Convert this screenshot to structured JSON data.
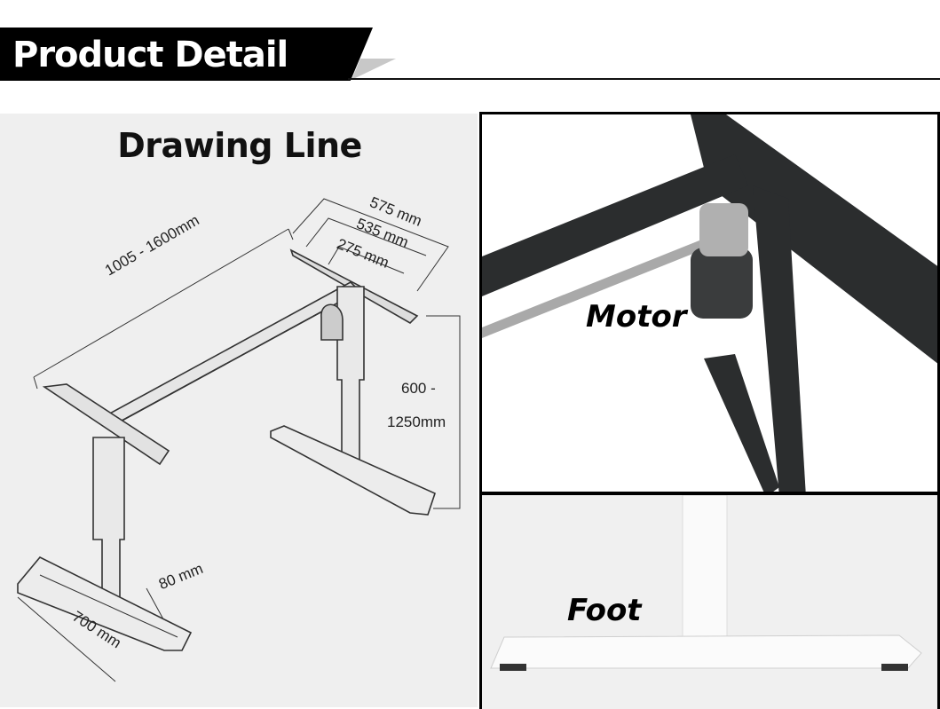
{
  "header": {
    "title": "Product Detail"
  },
  "drawing": {
    "title": "Drawing Line",
    "dimensions": {
      "width_range": "1005 - 1600mm",
      "top_575": "575 mm",
      "top_535": "535 mm",
      "top_275": "275 mm",
      "height_range_1": "600 -",
      "height_range_2": "1250mm",
      "foot_height": "80 mm",
      "foot_length": "700 mm"
    }
  },
  "photos": {
    "motor_label": "Motor",
    "foot_label": "Foot"
  },
  "colors": {
    "frame_black": "#2b2d2e",
    "frame_white": "#f4f4f4",
    "header_bg": "#000000"
  }
}
